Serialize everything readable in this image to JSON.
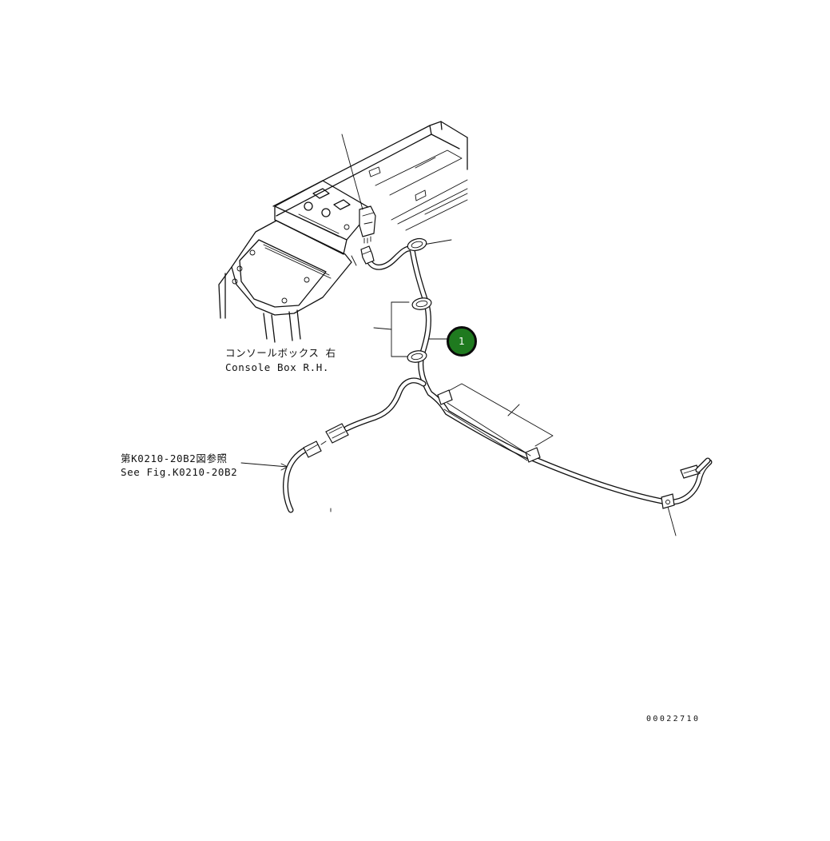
{
  "labels": {
    "console_box_jp": "コンソールボックス 右",
    "console_box_en": "Console Box R.H.",
    "reference_jp": "第K0210-20B2図参照",
    "reference_en": "See Fig.K0210-20B2",
    "drawing_number": "00022710"
  },
  "callout": {
    "number": "1",
    "color": "#1f7a1f"
  },
  "icons": [
    "wire-harness-icon",
    "connector-icon",
    "clamp-icon"
  ]
}
